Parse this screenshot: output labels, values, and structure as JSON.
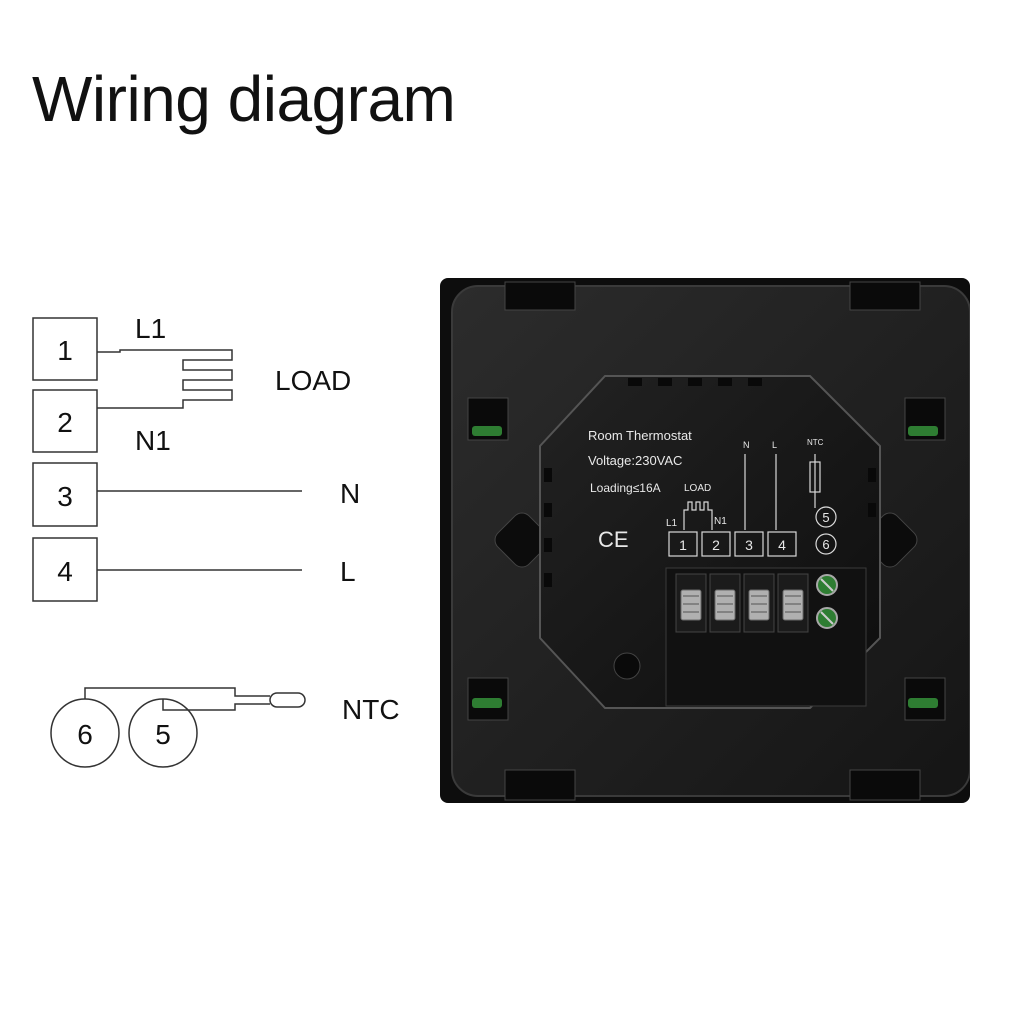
{
  "title": "Wiring diagram",
  "schematic": {
    "terminals": [
      "1",
      "2",
      "3",
      "4"
    ],
    "load": {
      "top_label": "L1",
      "label": "LOAD",
      "bottom_label": "N1"
    },
    "wires": [
      "N",
      "L"
    ],
    "sensor": {
      "terminals": [
        "6",
        "5"
      ],
      "label": "NTC"
    }
  },
  "device": {
    "lines": [
      "Room Thermostat",
      "Voltage:230VAC",
      "Loading≤16A"
    ],
    "ce_mark": "CE",
    "load_label": "LOAD",
    "l1_label": "L1",
    "n1_label": "N1",
    "n_label": "N",
    "l_label": "L",
    "ntc_label": "NTC",
    "terminals": [
      "1",
      "2",
      "3",
      "4"
    ],
    "ntc_terminals": [
      "5",
      "6"
    ]
  }
}
